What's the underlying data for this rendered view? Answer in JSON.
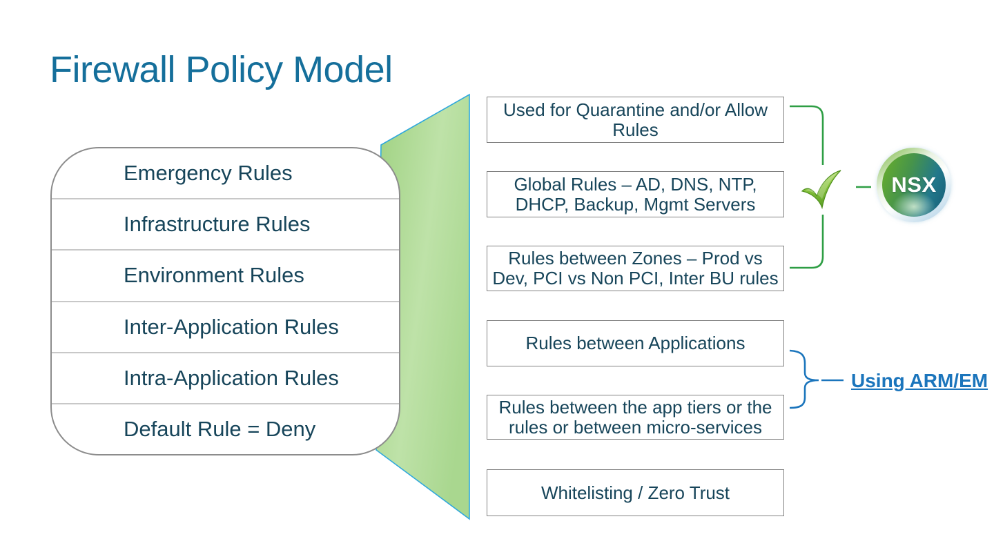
{
  "slide": {
    "title": "Firewall Policy Model"
  },
  "policy_stack": {
    "rows": [
      {
        "label": "Emergency Rules"
      },
      {
        "label": "Infrastructure Rules"
      },
      {
        "label": "Environment Rules"
      },
      {
        "label": "Inter-Application Rules"
      },
      {
        "label": "Intra-Application Rules"
      },
      {
        "label": "Default Rule = Deny"
      }
    ]
  },
  "description_boxes": [
    {
      "label": "Used for Quarantine and/or Allow Rules"
    },
    {
      "label": "Global Rules – AD, DNS, NTP, DHCP, Backup, Mgmt Servers"
    },
    {
      "label": "Rules between Zones – Prod vs Dev, PCI vs Non PCI, Inter BU rules"
    },
    {
      "label": "Rules between Applications"
    },
    {
      "label": "Rules between the app tiers or the rules or between micro-services"
    },
    {
      "label": "Whitelisting / Zero Trust"
    }
  ],
  "annotations": {
    "nsx_logo_text": "NSX",
    "arm_link_label": "Using ARM/EM"
  },
  "colors": {
    "title_teal": "#156F9B",
    "body_text": "#17455A",
    "triangle_fill_start": "#9ED180",
    "triangle_fill_end": "#BEE2A8",
    "triangle_stroke": "#2FA8DC",
    "bracket_green": "#2E9E44",
    "brace_blue": "#1B75BC",
    "check_green": "#68AE2C"
  }
}
